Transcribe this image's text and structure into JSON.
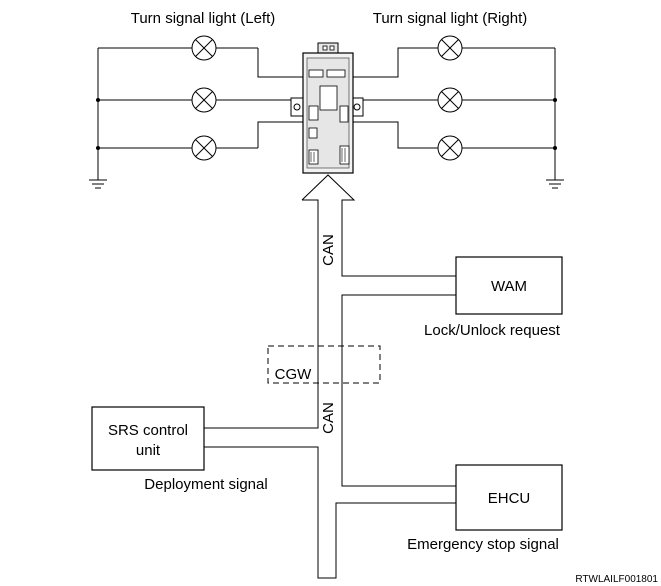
{
  "labels": {
    "turn_left": "Turn signal light (Left)",
    "turn_right": "Turn signal light (Right)",
    "can_top": "CAN",
    "can_bottom": "CAN",
    "cgw": "CGW",
    "wam": "WAM",
    "lock_unlock": "Lock/Unlock request",
    "srs_line1": "SRS control",
    "srs_line2": "unit",
    "deployment": "Deployment signal",
    "ehcu": "EHCU",
    "emergency": "Emergency stop signal",
    "figure_code": "RTWLAILF001801"
  },
  "icons": {
    "lamp": "lamp-symbol-icon",
    "ground": "ground-symbol-icon",
    "module": "control-module-icon"
  }
}
